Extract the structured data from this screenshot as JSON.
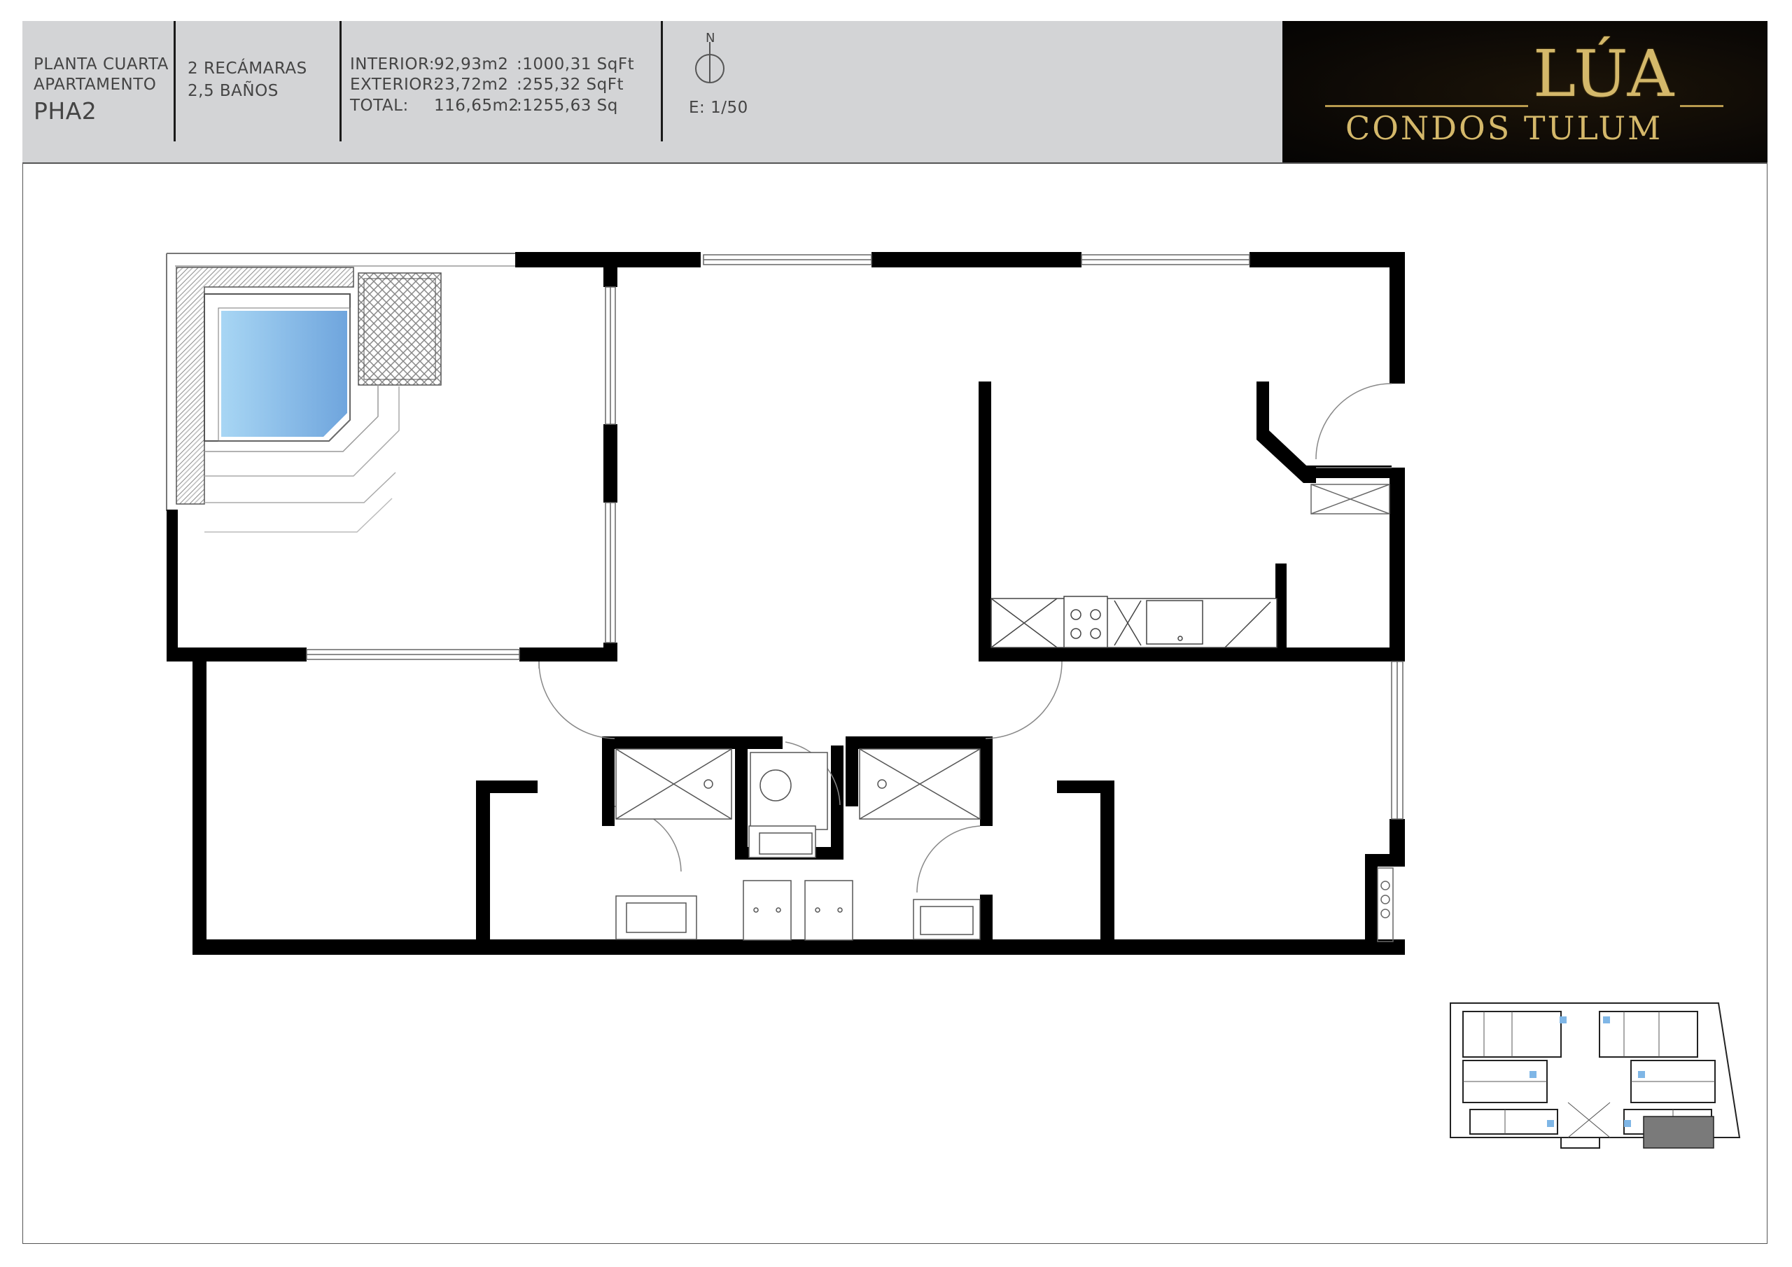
{
  "header": {
    "floor_label": "PLANTA CUARTA",
    "unit_type": "APARTAMENTO",
    "unit_code": "PHA2",
    "bedrooms": "2 RECÁMARAS",
    "bathrooms": "2,5 BAÑOS",
    "areas": [
      {
        "label": "INTERIOR:",
        "m2": "92,93m2",
        "sqft": ":1000,31 SqFt"
      },
      {
        "label": "EXTERIOR:",
        "m2": "23,72m2",
        "sqft": ":255,32 SqFt"
      },
      {
        "label": "TOTAL:",
        "m2": "116,65m2",
        "sqft": ":1255,63 Sq"
      }
    ],
    "north_label": "N",
    "scale": "E: 1/50"
  },
  "logo": {
    "title": "LÚA",
    "subtitle": "CONDOS TULUM"
  },
  "colors": {
    "header_bg": "#d3d4d6",
    "wall": "#000000",
    "pool": "#7fb6e6",
    "logo_bg": "#0b0805",
    "logo_gold": "#d4b86a",
    "highlight_unit": "#7a7a7a"
  },
  "icons": [
    "north-arrow-icon",
    "stove-icon",
    "sink-icon",
    "toilet-icon",
    "shower-icon",
    "washbasin-icon"
  ]
}
